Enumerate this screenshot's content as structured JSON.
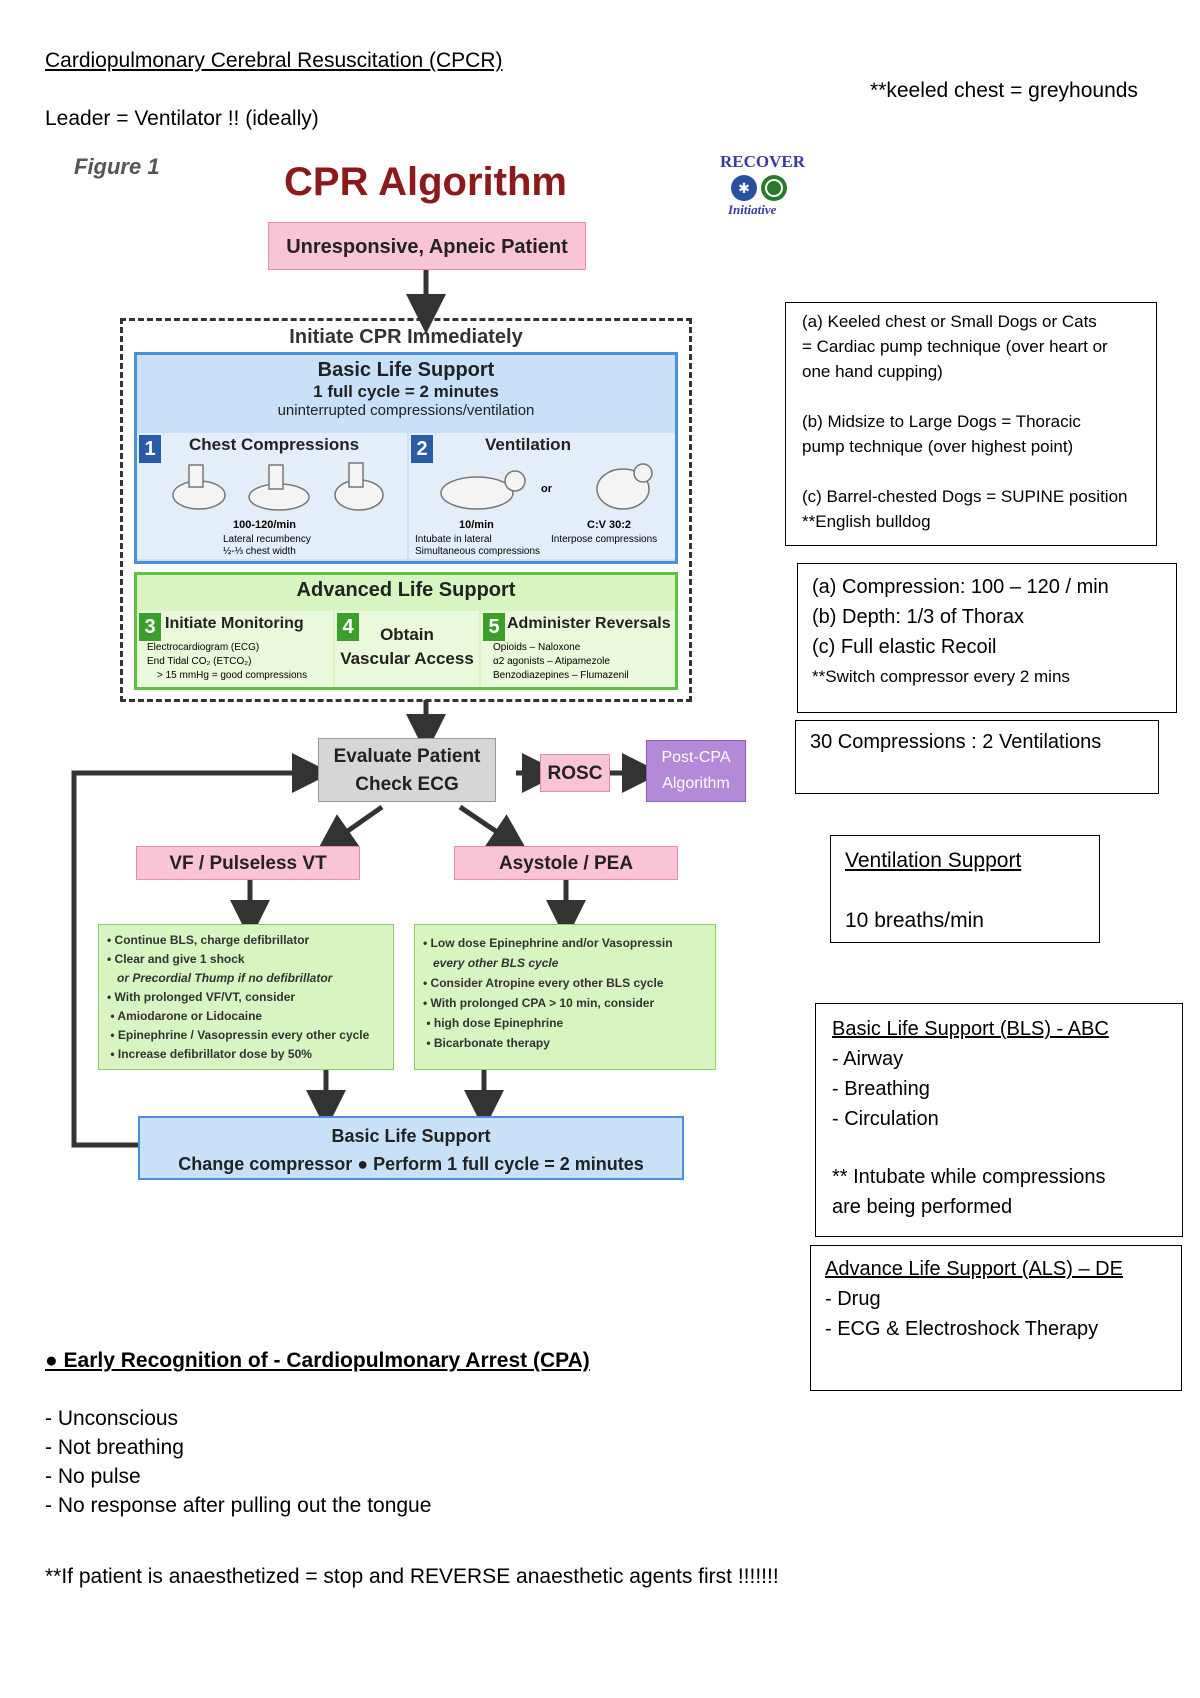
{
  "header": {
    "title": "Cardiopulmonary Cerebral Resuscitation (CPCR)",
    "leader": "Leader = Ventilator !! (ideally)",
    "keeled": "**keeled chest = greyhounds"
  },
  "figure": {
    "label": "Figure 1",
    "title": "CPR Algorithm",
    "logo_text": "RECOVER",
    "logo_sub": "Initiative",
    "start": "Unresponsive, Apneic Patient",
    "initiate": "Initiate CPR Immediately",
    "bls": {
      "title": "Basic Life Support",
      "cycle": "1 full cycle = 2 minutes",
      "sub": "uninterrupted compressions/ventilation",
      "chest_title": "Chest Compressions",
      "chest_rate": "100-120/min",
      "chest_notes": [
        "Lateral recumbency",
        "½-⅓ chest width"
      ],
      "vent_title": "Ventilation",
      "vent_or": "or",
      "vent_rate": "10/min",
      "vent_cv": "C:V 30:2",
      "vent_notes": [
        "Intubate in lateral",
        "Simultaneous compressions"
      ],
      "vent_note_right": "Interpose compressions"
    },
    "als": {
      "title": "Advanced Life Support",
      "mon_title": "Initiate Monitoring",
      "mon_notes": [
        "Electrocardiogram (ECG)",
        "End Tidal CO₂ (ETCO₂)",
        "> 15 mmHg = good compressions"
      ],
      "vasc_title1": "Obtain",
      "vasc_title2": "Vascular Access",
      "rev_title": "Administer Reversals",
      "rev_notes": [
        "Opioids – Naloxone",
        "α2 agonists – Atipamezole",
        "Benzodiazepines – Flumazenil"
      ]
    },
    "numbers": [
      "1",
      "2",
      "3",
      "4",
      "5"
    ],
    "evaluate1": "Evaluate Patient",
    "evaluate2": "Check ECG",
    "rosc": "ROSC",
    "postcpa1": "Post-CPA",
    "postcpa2": "Algorithm",
    "vf": "VF / Pulseless VT",
    "asystole": "Asystole / PEA",
    "vf_lines": [
      "• Continue BLS, charge defibrillator",
      "• Clear and give 1 shock",
      "   or Precordial Thump if no defibrillator",
      "• With prolonged VF/VT, consider",
      " • Amiodarone or Lidocaine",
      " • Epinephrine / Vasopressin every other cycle",
      " • Increase defibrillator dose by 50%"
    ],
    "asy_lines": [
      "• Low dose Epinephrine and/or Vasopressin",
      "   every other BLS cycle",
      "• Consider Atropine every other BLS cycle",
      "• With prolonged CPA > 10 min, consider",
      " • high dose Epinephrine",
      " • Bicarbonate therapy"
    ],
    "bottom_title": "Basic Life Support",
    "bottom_sub": "Change compressor ● Perform 1 full cycle = 2 minutes"
  },
  "side": {
    "technique": [
      "(a) Keeled chest or Small Dogs or Cats",
      "= Cardiac pump technique (over heart or",
      "one hand cupping)",
      "",
      "(b) Midsize to Large Dogs = Thoracic",
      "pump technique (over highest point)",
      "",
      "(c) Barrel-chested Dogs = SUPINE position",
      "**English bulldog"
    ],
    "compression": [
      "(a) Compression: 100 – 120 / min",
      "(b) Depth: 1/3 of Thorax",
      "(c) Full elastic Recoil"
    ],
    "compression_note": "**Switch compressor every 2 mins",
    "ratio": "30 Compressions :  2 Ventilations",
    "vent_title": "Ventilation Support",
    "vent_value": "10 breaths/min",
    "bls_title": "Basic Life Support (BLS) - ABC",
    "bls_items": [
      "- Airway",
      "- Breathing",
      "- Circulation"
    ],
    "bls_note1": "** Intubate while compressions",
    "bls_note2": "are being performed",
    "als_title": "Advance Life Support (ALS) – DE",
    "als_items": [
      "- Drug",
      "- ECG & Electroshock Therapy"
    ]
  },
  "bottom": {
    "early_title": "● Early Recognition of -  Cardiopulmonary Arrest (CPA)",
    "items": [
      "- Unconscious",
      "- Not breathing",
      "- No pulse",
      "- No response after pulling out the tongue"
    ],
    "warning": "**If patient is anaesthetized = stop and REVERSE anaesthetic agents first !!!!!!!"
  }
}
